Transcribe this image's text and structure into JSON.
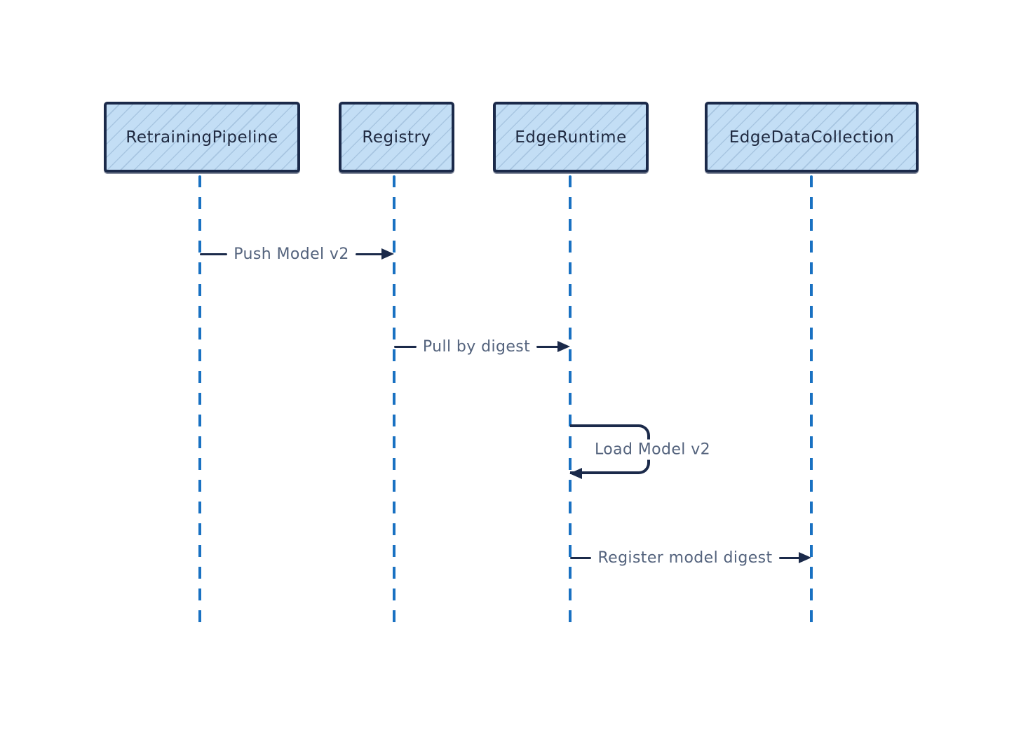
{
  "diagram": {
    "type": "sequence",
    "actors": [
      {
        "label": "RetrainingPipeline"
      },
      {
        "label": "Registry"
      },
      {
        "label": "EdgeRuntime"
      },
      {
        "label": "EdgeDataCollection"
      }
    ],
    "messages": [
      {
        "label": "Push Model v2",
        "from": "RetrainingPipeline",
        "to": "Registry",
        "kind": "arrow-right"
      },
      {
        "label": "Pull by digest",
        "from": "Registry",
        "to": "EdgeRuntime",
        "kind": "arrow-right"
      },
      {
        "label": "Load Model v2",
        "from": "EdgeRuntime",
        "to": "EdgeRuntime",
        "kind": "self-loop"
      },
      {
        "label": "Register model digest",
        "from": "EdgeRuntime",
        "to": "EdgeDataCollection",
        "kind": "arrow-right"
      }
    ],
    "colors": {
      "actor_fill": "#c3def5",
      "actor_border": "#1b2a4a",
      "lifeline": "#1971c2",
      "arrow": "#1b2a4a",
      "message_text": "#54637d",
      "actor_text": "#1f2940",
      "background": "#ffffff"
    }
  }
}
